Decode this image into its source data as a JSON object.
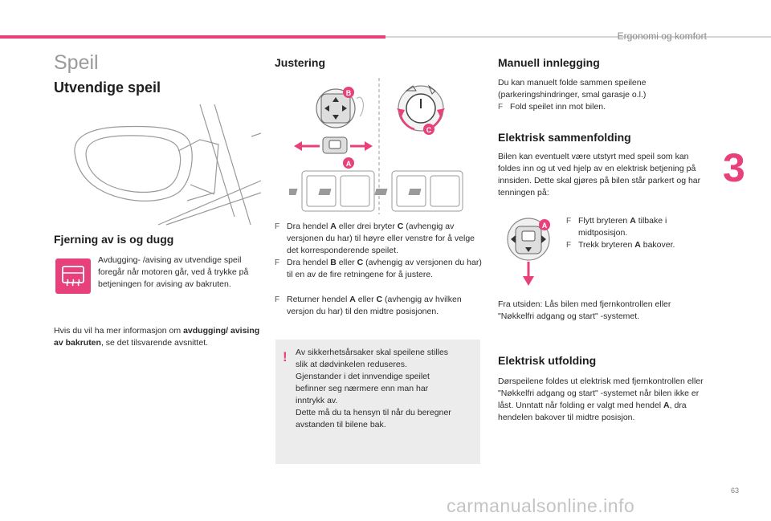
{
  "header": {
    "chapter_name": "Ergonomi og komfort",
    "chapter_number": "3",
    "page_number": "63",
    "accent_color": "#e8407a"
  },
  "watermark": "carmanualsonline.info",
  "col1": {
    "title": "Speil",
    "heading": "Utvendige speil",
    "subheading": "Fjerning av is og dugg",
    "defog_icon": "rear-defog-icon",
    "defog_text": "Avdugging- /avising av utvendige speil foregår når motoren går, ved å trykke på betjeningen for avising av bakruten.",
    "more_info_pre": "Hvis du vil ha mer informasjon om ",
    "more_info_bold": "avdugging/ avising av bakruten",
    "more_info_post": ", se det tilsvarende avsnittet."
  },
  "col2": {
    "heading": "Justering",
    "labels": {
      "a": "A",
      "b": "B",
      "c": "C"
    },
    "bullets": [
      [
        "Dra hendel ",
        "A",
        " eller drei bryter ",
        "C",
        " (avhengig av versjonen du har) til høyre eller venstre for å velge det korresponderende speilet."
      ],
      [
        "Dra hendel ",
        "B",
        " eller ",
        "C",
        " (avhengig av versjonen du har) til en av de fire retningene for å justere."
      ],
      [
        "Returner hendel ",
        "A",
        " eller ",
        "C",
        " (avhengig av hvilken versjon du har) til den midtre posisjonen."
      ]
    ],
    "warning_lines": [
      "Av sikkerhetsårsaker skal speilene stilles",
      "slik at dødvinkelen reduseres.",
      "Gjenstander i det innvendige speilet",
      "befinner seg nærmere enn man har",
      "inntrykk av.",
      "Dette må du ta hensyn til når du beregner",
      "avstanden til bilene bak."
    ],
    "warning_mark": "!"
  },
  "col3": {
    "h_manual": "Manuell innlegging",
    "manual_text": "Du kan manuelt folde sammen speilene (parkeringshindringer, smal garasje o.l.)",
    "manual_bullet": "Fold speilet inn mot bilen.",
    "h_electric_fold": "Elektrisk sammenfolding",
    "electric_fold_text": "Bilen kan eventuelt være utstyrt med speil som kan foldes inn og ut ved hjelp av en elektrisk betjening på innsiden. Dette skal gjøres på bilen står parkert og har tenningen på:",
    "fold_bullet1": [
      "Flytt bryteren ",
      "A",
      " tilbake i midtposisjon."
    ],
    "fold_bullet2": [
      "Trekk bryteren ",
      "A",
      " bakover."
    ],
    "outside_text": "Fra utsiden: Lås bilen med fjernkontrollen eller \"Nøkkelfri adgang og start\" -systemet.",
    "h_electric_unfold": "Elektrisk utfolding",
    "unfold_pre": "Dørspeilene foldes ut elektrisk med fjernkontrollen eller \"Nøkkelfri adgang og start\" -systemet når bilen ikke er låst. Unntatt når folding er valgt med hendel ",
    "unfold_bold": "A",
    "unfold_post": ", dra hendelen bakover til midtre posisjon."
  },
  "bullet_glyph": "F"
}
